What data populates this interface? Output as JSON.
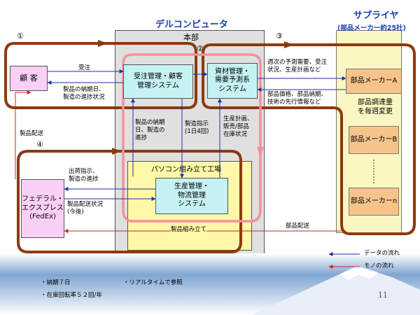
{
  "header": {
    "dell": "デルコンピュータ",
    "supplier": "サプライヤ",
    "supplier_sub": "(部品メーカー約25社)"
  },
  "nodes": {
    "honbu": "本部",
    "customer": "顧 客",
    "order_sys": "受注管理・顧客\n管理システム",
    "material_sys": "資材管理・\n需要予測系\nシステム",
    "factory": "パソコン組み立て工場",
    "production_sys": "生産管理・\n物流管理\nシステム",
    "fedex": "フェデラル・\nエクスプレス\n(FedEx)",
    "maker_a": "部品メーカーA",
    "maker_b": "部品メーカーB",
    "maker_n": "部品メーカーn",
    "procure_note": "部品調達量\nを毎週変更"
  },
  "numbers": {
    "n1": "①",
    "n2": "②",
    "n3": "③",
    "n4": "④"
  },
  "labels": {
    "order": "受注",
    "product_status": "製品の納期日、\n製造の進捗状況",
    "delivery_status_mid": "製品の納期\n日、製造の\n進捗",
    "mfg_instruction": "製造指示\n(1日4回)",
    "plan_inventory": "生産計画、\n販売/部品\n在庫状況",
    "weekly_forecast": "週次の予測需要、受注\n状況、生産計画など",
    "parts_price": "部品価格、部品納期、\n技術の先行情報など",
    "product_delivery": "製品配送",
    "ship_instruction": "出荷指示、\n製造の進捗",
    "delivery_status_fedex": "製品配送状況\n(今後)",
    "assembly": "製品組み立て",
    "parts_delivery": "部品配送"
  },
  "legend": {
    "data_flow": "データの流れ",
    "goods_flow": "モノの流れ"
  },
  "footer": {
    "lead_time": "・納期７日",
    "realtime": "・リアルタイムで参照",
    "turnover": "・在庫回転率５２回/年",
    "page_number": "11"
  },
  "colors": {
    "loop_brown": "#8b3a0e",
    "pink_loop": "#f4909a",
    "data_arrow": "#1c2fa8",
    "goods_arrow": "#d42020",
    "cyan_box": "#c6f2f4",
    "pink_box": "#fbd0f8",
    "orange_box": "#f6c48a",
    "supplier_bg": "#fbf7c2",
    "factory_bg": "#fff8a8"
  }
}
